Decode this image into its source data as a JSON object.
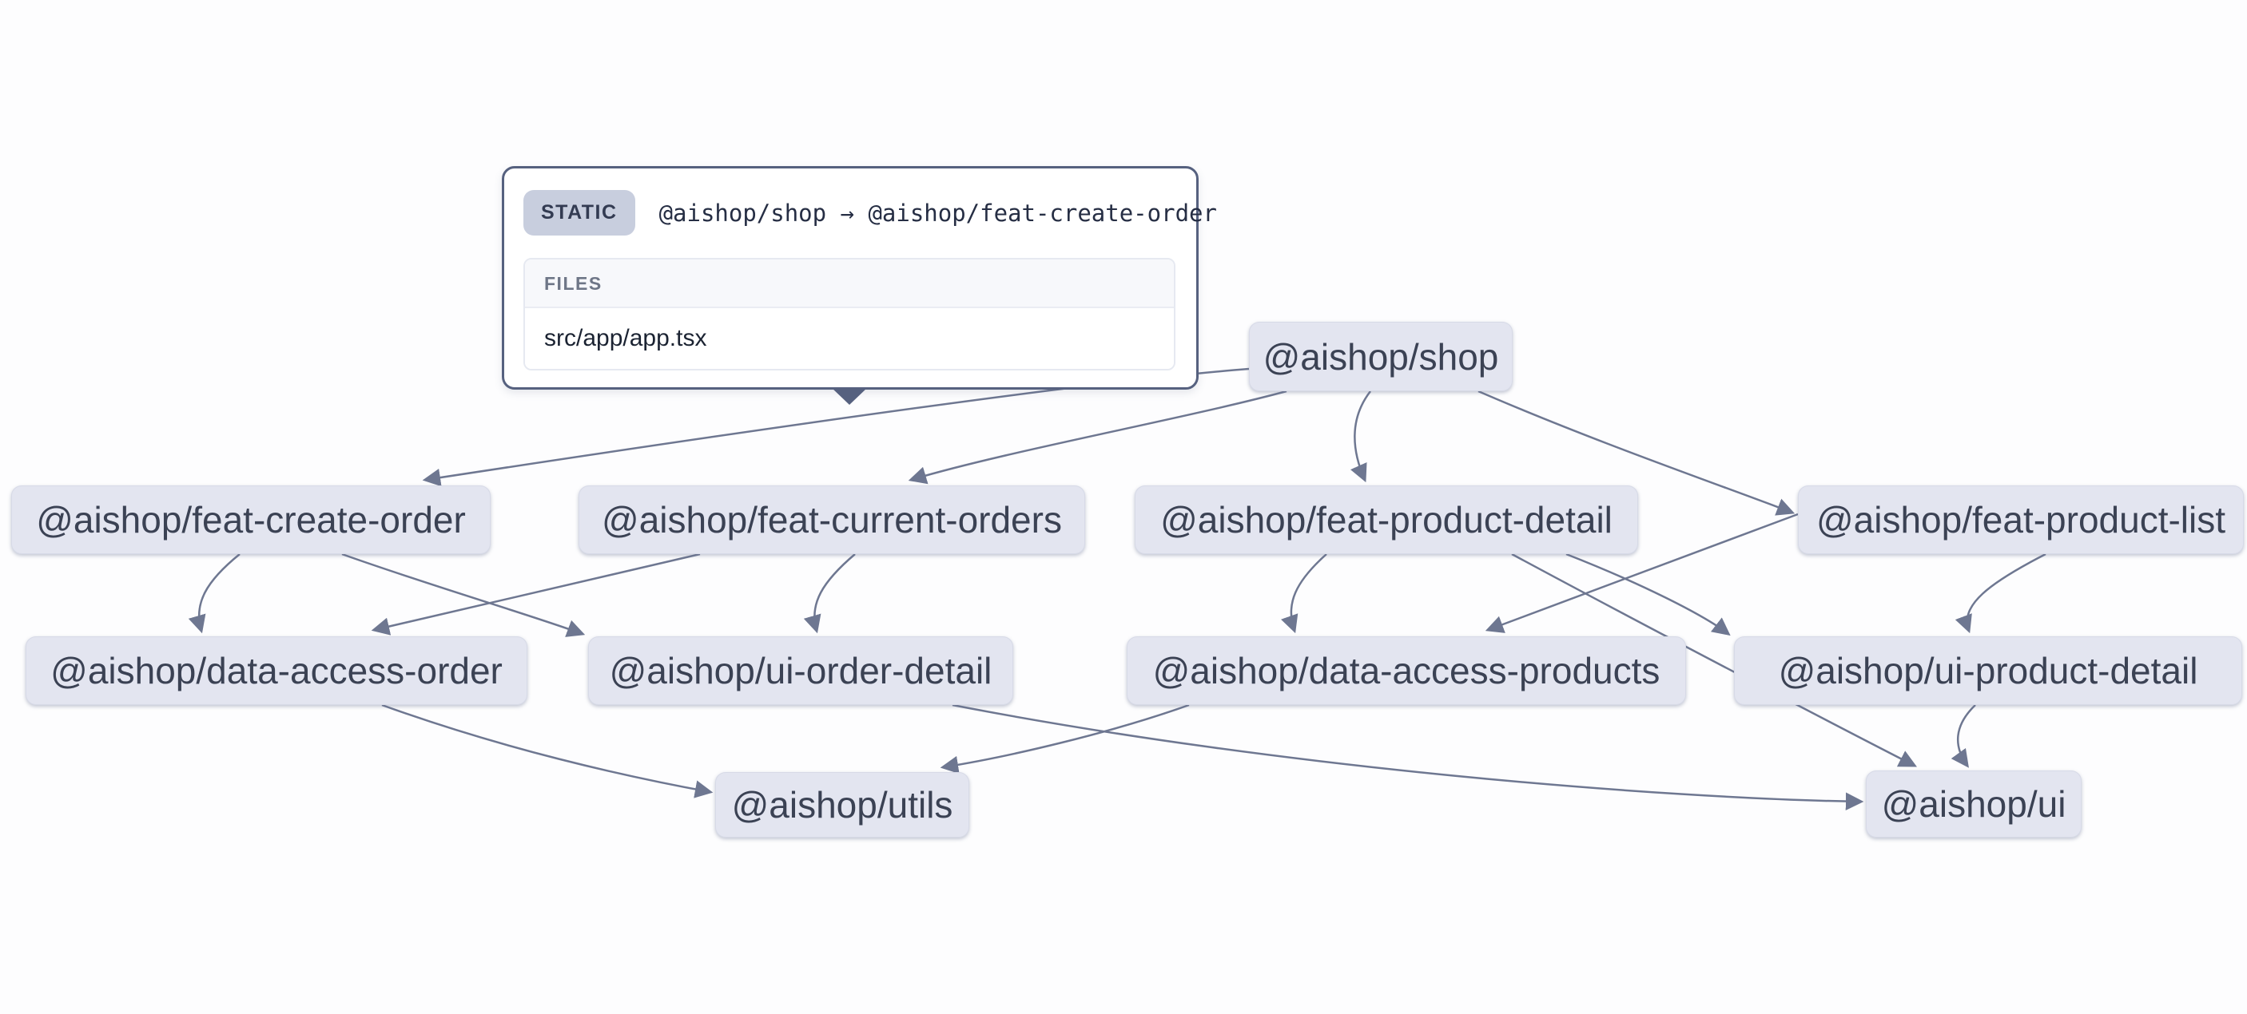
{
  "colors": {
    "node_fill": "#e3e5f0",
    "node_text": "#3b4254",
    "edge": "#6e7791",
    "tooltip_border": "#56617f",
    "badge_fill": "#c8cede",
    "badge_text": "#333b52",
    "files_header_text": "#6e7687"
  },
  "tooltip": {
    "badge": "STATIC",
    "title": "@aishop/shop → @aishop/feat-create-order",
    "files_label": "FILES",
    "files": [
      "src/app/app.tsx"
    ]
  },
  "graph": {
    "nodes": [
      {
        "id": "shop",
        "label": "@aishop/shop"
      },
      {
        "id": "feat-create-order",
        "label": "@aishop/feat-create-order"
      },
      {
        "id": "feat-current-orders",
        "label": "@aishop/feat-current-orders"
      },
      {
        "id": "feat-product-detail",
        "label": "@aishop/feat-product-detail"
      },
      {
        "id": "feat-product-list",
        "label": "@aishop/feat-product-list"
      },
      {
        "id": "data-access-order",
        "label": "@aishop/data-access-order"
      },
      {
        "id": "ui-order-detail",
        "label": "@aishop/ui-order-detail"
      },
      {
        "id": "data-access-products",
        "label": "@aishop/data-access-products"
      },
      {
        "id": "ui-product-detail",
        "label": "@aishop/ui-product-detail"
      },
      {
        "id": "utils",
        "label": "@aishop/utils"
      },
      {
        "id": "ui",
        "label": "@aishop/ui"
      }
    ],
    "edges": [
      {
        "source": "shop",
        "target": "feat-create-order",
        "type": "static"
      },
      {
        "source": "shop",
        "target": "feat-current-orders",
        "type": "static"
      },
      {
        "source": "shop",
        "target": "feat-product-detail",
        "type": "static"
      },
      {
        "source": "shop",
        "target": "feat-product-list",
        "type": "static"
      },
      {
        "source": "feat-create-order",
        "target": "data-access-order",
        "type": "static"
      },
      {
        "source": "feat-create-order",
        "target": "ui-order-detail",
        "type": "static"
      },
      {
        "source": "feat-current-orders",
        "target": "data-access-order",
        "type": "static"
      },
      {
        "source": "feat-current-orders",
        "target": "ui-order-detail",
        "type": "static"
      },
      {
        "source": "feat-product-detail",
        "target": "data-access-products",
        "type": "static"
      },
      {
        "source": "feat-product-detail",
        "target": "ui-product-detail",
        "type": "static"
      },
      {
        "source": "feat-product-detail",
        "target": "ui",
        "type": "static"
      },
      {
        "source": "feat-product-list",
        "target": "data-access-products",
        "type": "static"
      },
      {
        "source": "feat-product-list",
        "target": "ui-product-detail",
        "type": "static"
      },
      {
        "source": "ui-product-detail",
        "target": "ui",
        "type": "static"
      },
      {
        "source": "ui-order-detail",
        "target": "ui",
        "type": "static"
      },
      {
        "source": "data-access-order",
        "target": "utils",
        "type": "static"
      },
      {
        "source": "data-access-products",
        "target": "utils",
        "type": "static"
      }
    ]
  }
}
